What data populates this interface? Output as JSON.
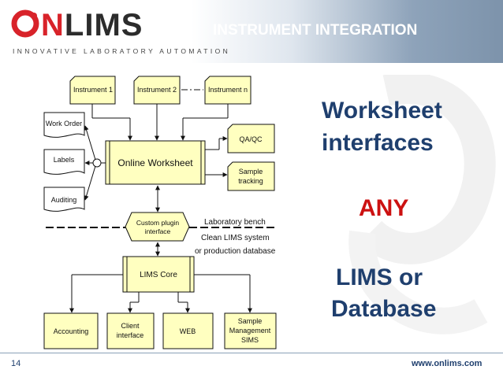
{
  "header": {
    "logo_o": "O",
    "logo_rest": "N",
    "logo_lims": "LIMS",
    "tagline": "INNOVATIVE LABORATORY AUTOMATION",
    "title": "INSTRUMENT INTEGRATION"
  },
  "diagram": {
    "instrument_1": "Instrument 1",
    "instrument_2": "Instrument 2",
    "instrument_n": "Instrument n",
    "work_order": "Work Order",
    "labels": "Labels",
    "auditing": "Auditing",
    "online_worksheet": "Online Worksheet",
    "qa_qc": "QA/QC",
    "sample_tracking_1": "Sample",
    "sample_tracking_2": "tracking",
    "custom_plugin_1": "Custom plugin",
    "custom_plugin_2": "interface",
    "laboratory_bench": "Laboratory bench",
    "clean_lims_1": "Clean LIMS system",
    "clean_lims_2": "or production database",
    "lims_core": "LIMS Core",
    "accounting": "Accounting",
    "client_interface_1": "Client",
    "client_interface_2": "interface",
    "web": "WEB",
    "sims_1": "Sample",
    "sims_2": "Management",
    "sims_3": "SIMS"
  },
  "side": {
    "line1": "Worksheet",
    "line2": "interfaces",
    "any": "ANY",
    "line3": "LIMS or",
    "line4": "Database"
  },
  "footer": {
    "page": "14",
    "url": "www.onlims.com"
  },
  "colors": {
    "box_fill": "#ffffc0",
    "brand_red": "#d8232a",
    "navy": "#1f3f6e",
    "accent_red": "#cc1111"
  }
}
